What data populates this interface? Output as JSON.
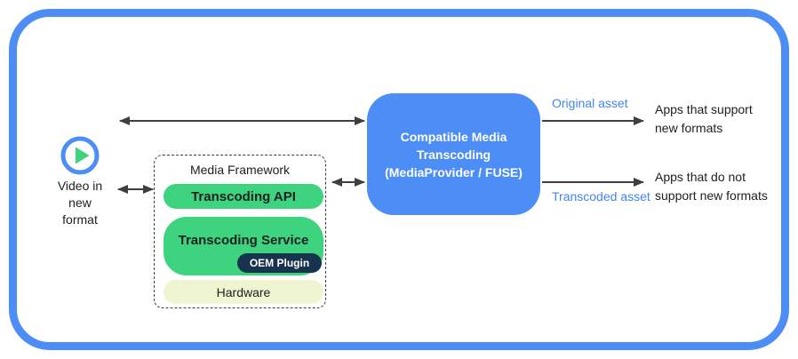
{
  "source": {
    "label": "Video in\nnew\nformat"
  },
  "media_framework": {
    "title": "Media Framework",
    "layers": [
      {
        "id": "transcoding-api",
        "label": "Transcoding API"
      },
      {
        "id": "transcoding-service",
        "label": "Transcoding Service",
        "sub": "OEM Plugin"
      },
      {
        "id": "hardware",
        "label": "Hardware"
      }
    ]
  },
  "transcoder": {
    "label": "Compatible Media\nTranscoding\n(MediaProvider / FUSE)"
  },
  "outputs": [
    {
      "flow_label": "Original asset",
      "target": "Apps that support\nnew formats"
    },
    {
      "flow_label": "Transcoded asset",
      "target": "Apps that do not\nsupport new formats"
    }
  ],
  "icons": {
    "source_icon": "play-icon"
  },
  "colors": {
    "frame_blue": "#4d8df6",
    "box_blue": "#4d8df6",
    "android_green": "#3ed47f",
    "navy": "#17334d",
    "pale_yellow": "#eef5d0",
    "flow_label_blue": "#4285f4",
    "arrow_gray": "#3c4043",
    "text_black": "#202124"
  }
}
